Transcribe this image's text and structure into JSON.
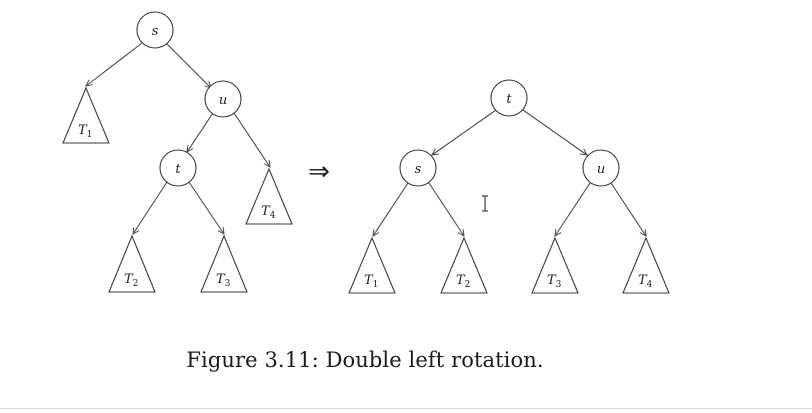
{
  "figure": {
    "caption": "Figure 3.11: Double left rotation.",
    "transform_symbol": "⇒"
  },
  "before_tree": {
    "nodes": {
      "s": "s",
      "u": "u",
      "t": "t"
    },
    "subtrees": {
      "T1": {
        "base": "T",
        "sub": "1"
      },
      "T2": {
        "base": "T",
        "sub": "2"
      },
      "T3": {
        "base": "T",
        "sub": "3"
      },
      "T4": {
        "base": "T",
        "sub": "4"
      }
    }
  },
  "after_tree": {
    "nodes": {
      "t": "t",
      "s": "s",
      "u": "u"
    },
    "subtrees": {
      "T1": {
        "base": "T",
        "sub": "1"
      },
      "T2": {
        "base": "T",
        "sub": "2"
      },
      "T3": {
        "base": "T",
        "sub": "3"
      },
      "T4": {
        "base": "T",
        "sub": "4"
      }
    }
  }
}
